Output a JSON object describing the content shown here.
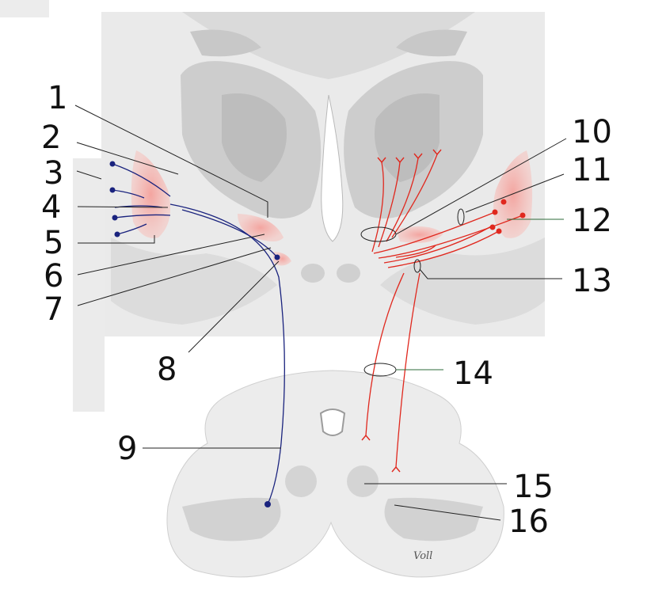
{
  "figure": {
    "labels": [
      "1",
      "2",
      "3",
      "4",
      "5",
      "6",
      "7",
      "8",
      "9",
      "10",
      "11",
      "12",
      "13",
      "14",
      "15",
      "16"
    ],
    "signature": "Voll"
  },
  "colors": {
    "background": "#ffffff",
    "section_fill": "#e9e9e9",
    "gray_matter": "#c9c9c9",
    "nucleus_red": "#f29a96",
    "efferent_blue": "#1a237e",
    "afferent_red": "#e0281e",
    "leader_line": "#222222"
  },
  "icons": {
    "nerve_ending": "fork-terminal",
    "cell_body": "dot"
  }
}
